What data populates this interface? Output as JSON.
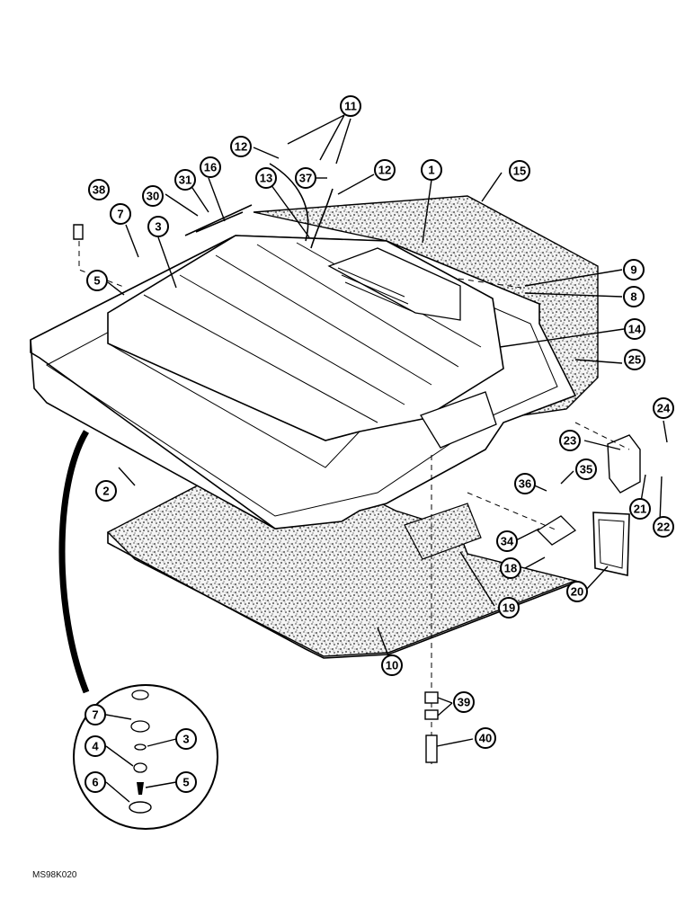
{
  "diagram": {
    "figure_code": "MS98K020",
    "callouts": [
      {
        "id": "c1",
        "label": "1"
      },
      {
        "id": "c2",
        "label": "2"
      },
      {
        "id": "c3",
        "label": "3"
      },
      {
        "id": "c5",
        "label": "5"
      },
      {
        "id": "c7",
        "label": "7"
      },
      {
        "id": "c8",
        "label": "8"
      },
      {
        "id": "c9",
        "label": "9"
      },
      {
        "id": "c10",
        "label": "10"
      },
      {
        "id": "c11",
        "label": "11"
      },
      {
        "id": "c12a",
        "label": "12"
      },
      {
        "id": "c12b",
        "label": "12"
      },
      {
        "id": "c13",
        "label": "13"
      },
      {
        "id": "c14",
        "label": "14"
      },
      {
        "id": "c15",
        "label": "15"
      },
      {
        "id": "c16",
        "label": "16"
      },
      {
        "id": "c18",
        "label": "18"
      },
      {
        "id": "c19",
        "label": "19"
      },
      {
        "id": "c20",
        "label": "20"
      },
      {
        "id": "c21",
        "label": "21"
      },
      {
        "id": "c22",
        "label": "22"
      },
      {
        "id": "c23",
        "label": "23"
      },
      {
        "id": "c24",
        "label": "24"
      },
      {
        "id": "c25",
        "label": "25"
      },
      {
        "id": "c30",
        "label": "30"
      },
      {
        "id": "c31",
        "label": "31"
      },
      {
        "id": "c34",
        "label": "34"
      },
      {
        "id": "c35",
        "label": "35"
      },
      {
        "id": "c36",
        "label": "36"
      },
      {
        "id": "c37",
        "label": "37"
      },
      {
        "id": "c38",
        "label": "38"
      },
      {
        "id": "c39",
        "label": "39"
      },
      {
        "id": "c40",
        "label": "40"
      },
      {
        "id": "d7",
        "label": "7"
      },
      {
        "id": "d4",
        "label": "4"
      },
      {
        "id": "d3",
        "label": "3"
      },
      {
        "id": "d6",
        "label": "6"
      },
      {
        "id": "d5",
        "label": "5"
      }
    ]
  }
}
